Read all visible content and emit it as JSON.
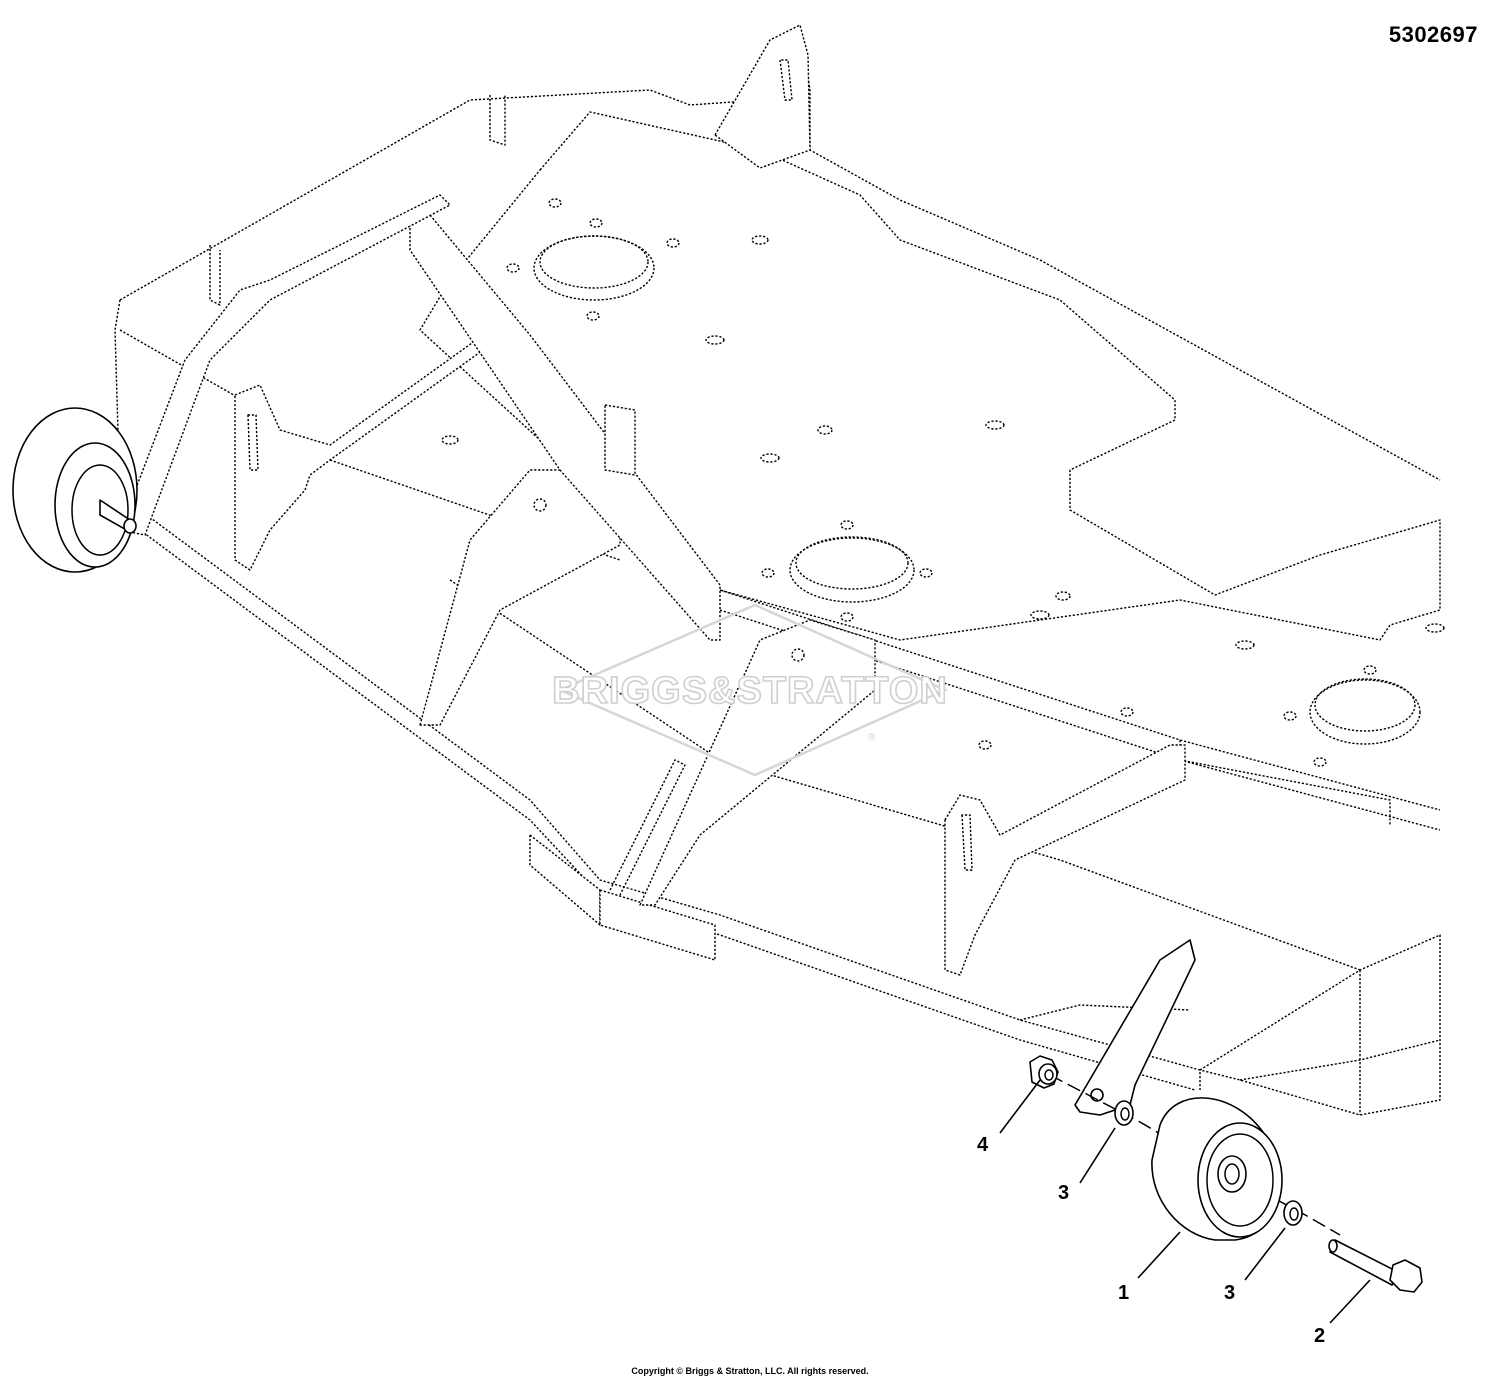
{
  "diagram_id": "5302697",
  "copyright": "Copyright © Briggs & Stratton, LLC. All rights reserved.",
  "watermark": {
    "text": "BRIGGS&STRATTON",
    "trademark": "®"
  },
  "callouts": [
    {
      "number": "1"
    },
    {
      "number": "2"
    },
    {
      "number": "3"
    },
    {
      "number": "3"
    },
    {
      "number": "4"
    }
  ]
}
